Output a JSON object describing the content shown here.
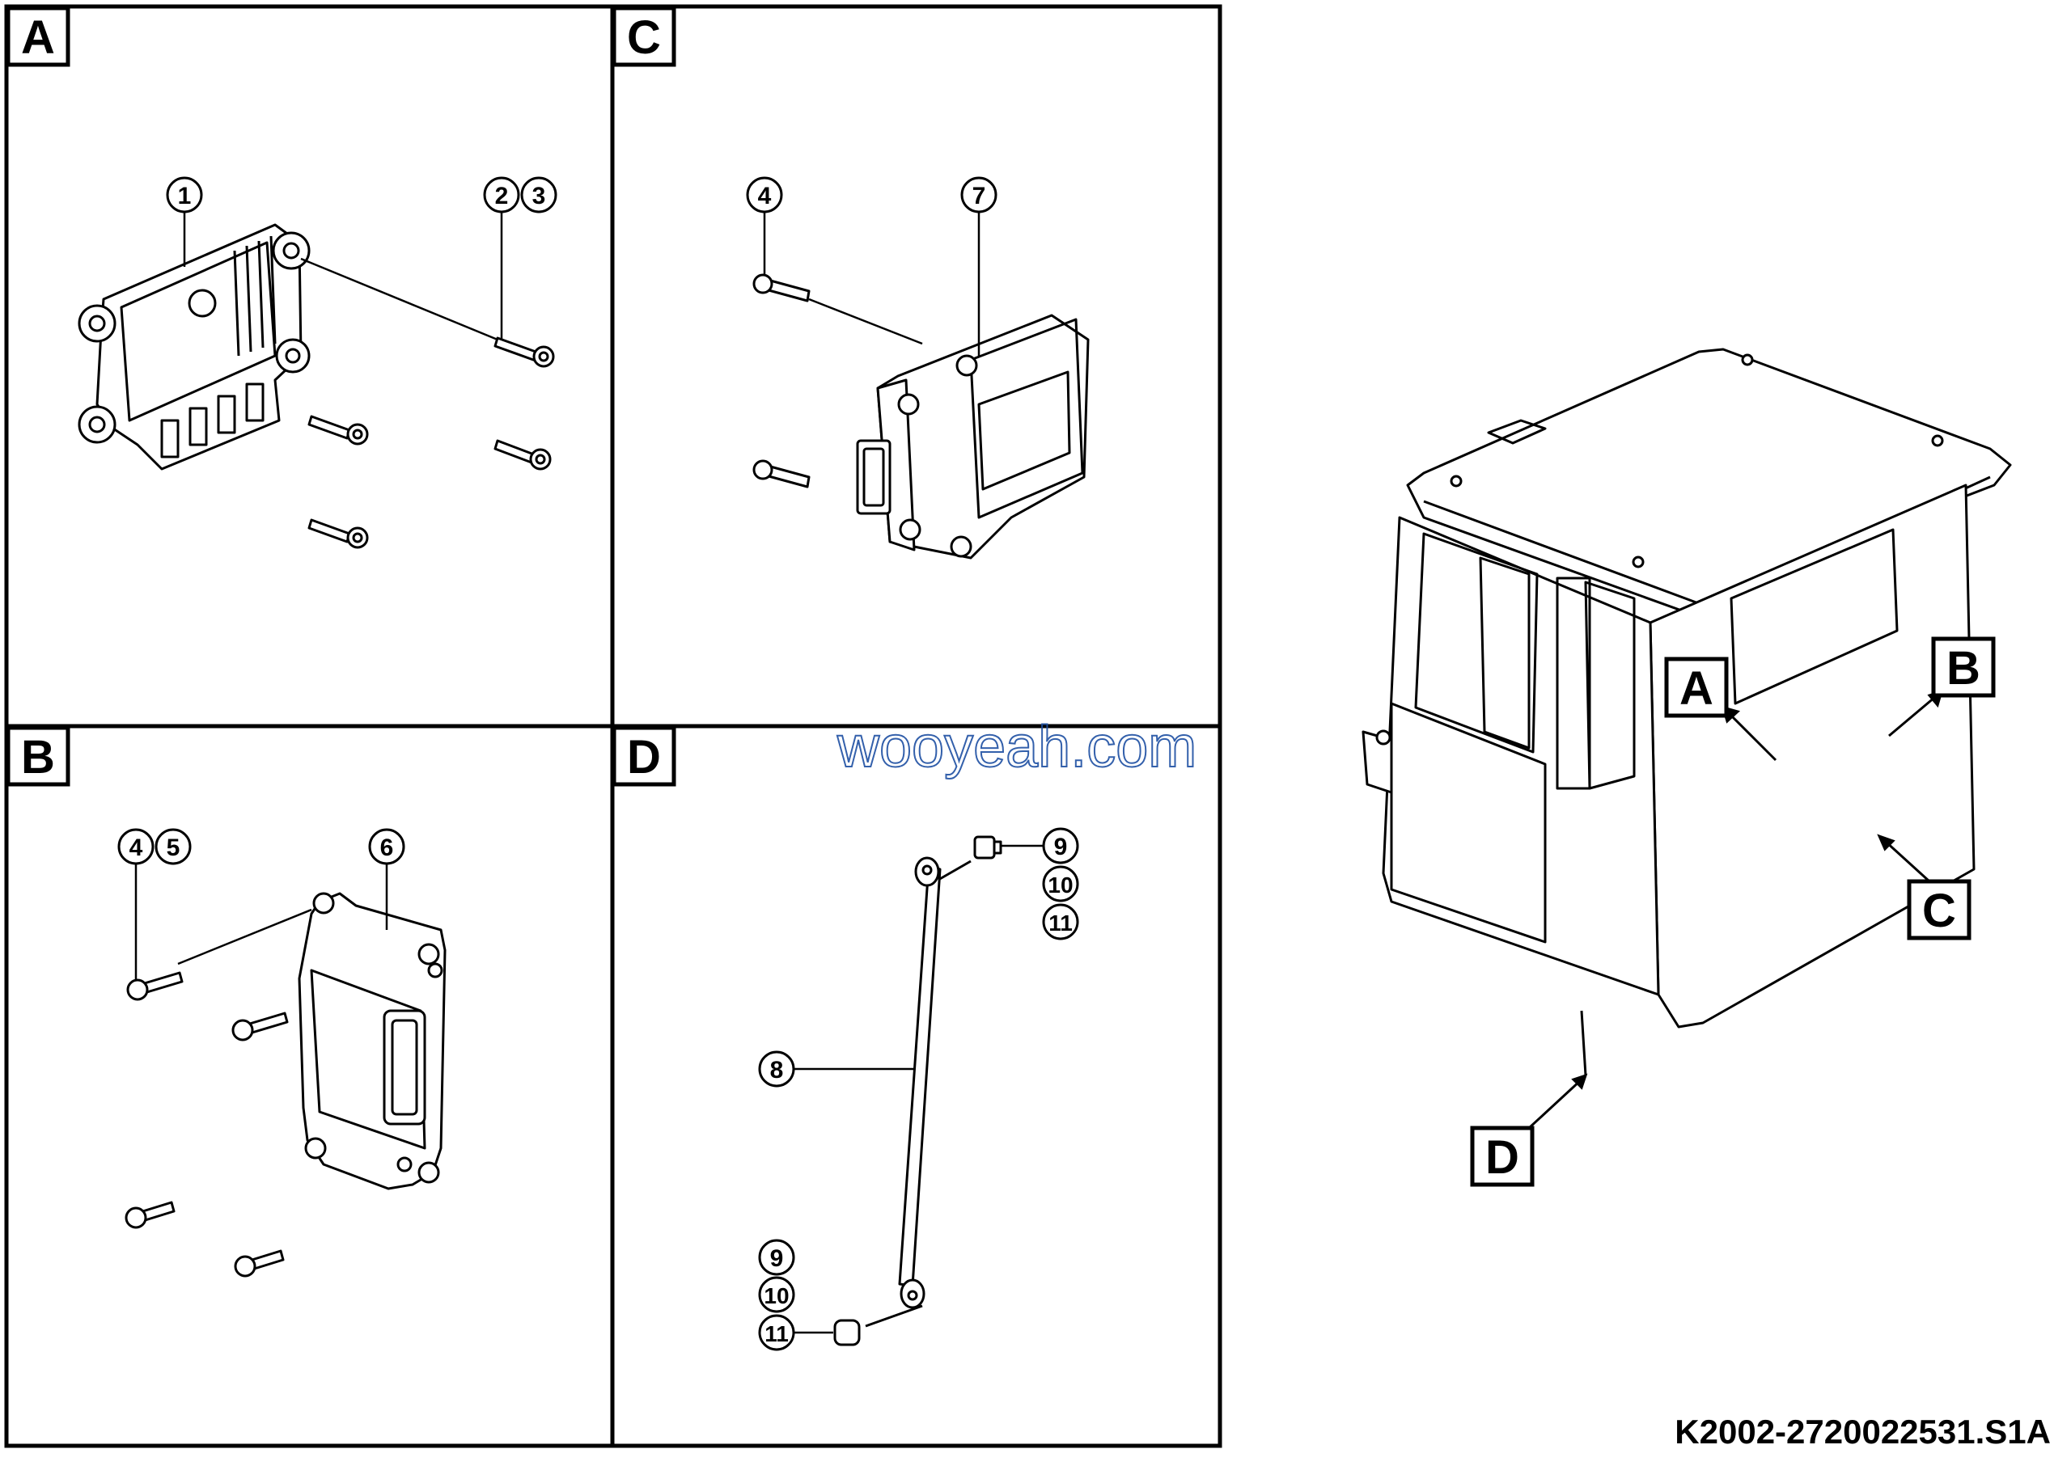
{
  "panels": {
    "A": {
      "label": "A"
    },
    "B": {
      "label": "B"
    },
    "C": {
      "label": "C"
    },
    "D": {
      "label": "D"
    }
  },
  "callouts": {
    "a1": "1",
    "a2": "2",
    "a3": "3",
    "b4": "4",
    "b5": "5",
    "b6": "6",
    "c4": "4",
    "c7": "7",
    "d8": "8",
    "d9a": "9",
    "d10a": "10",
    "d11a": "11",
    "d9b": "9",
    "d10b": "10",
    "d11b": "11"
  },
  "view_labels": {
    "A": "A",
    "B": "B",
    "C": "C",
    "D": "D"
  },
  "watermark": "wooyeah.com",
  "drawing_id": "K2002-2720022531.S1A",
  "colors": {
    "line": "#000000",
    "watermark": "#1e4fa3",
    "background": "#ffffff"
  }
}
